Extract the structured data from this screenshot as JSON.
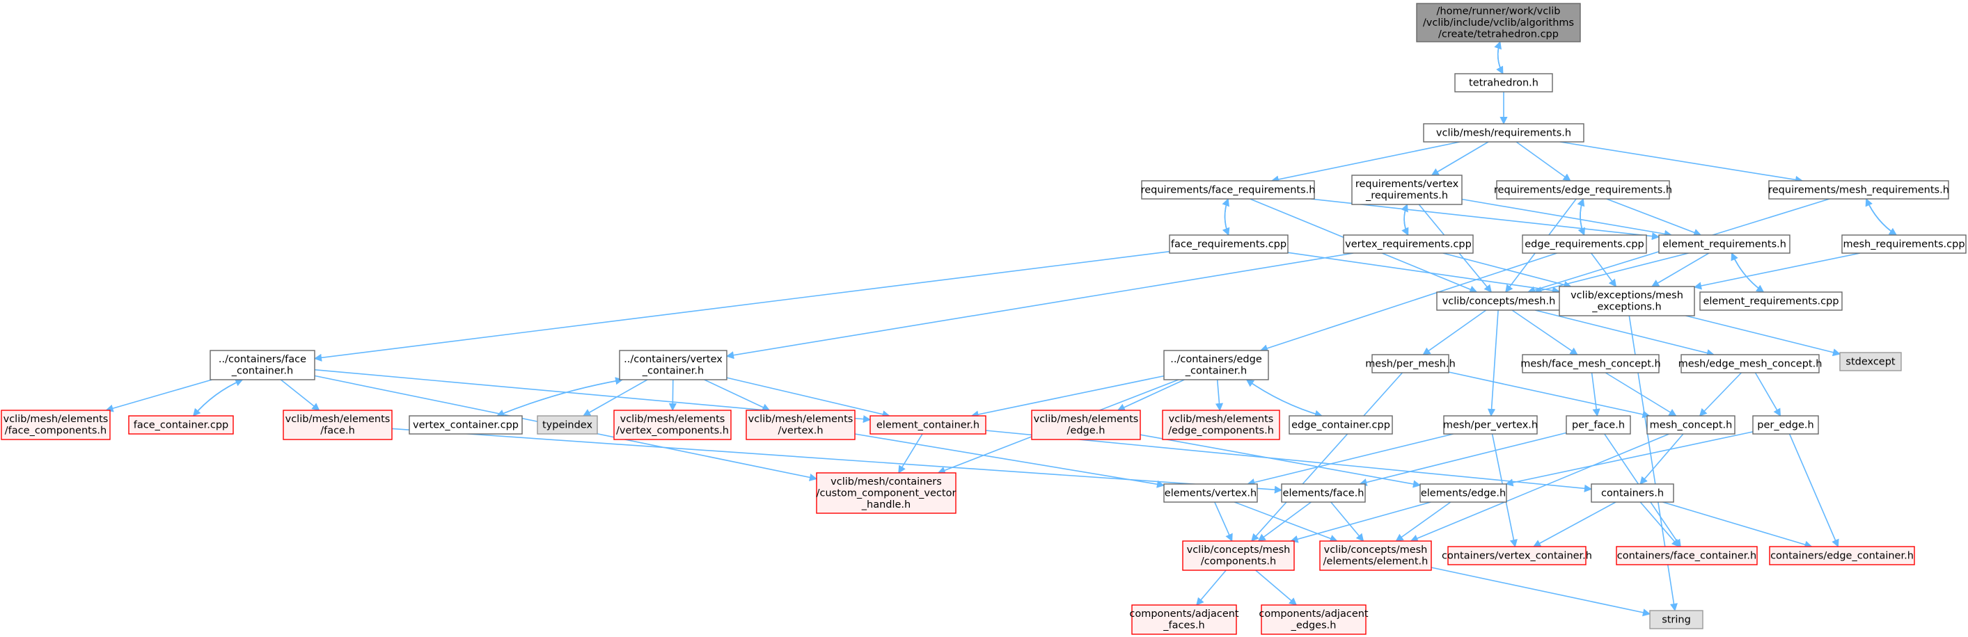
{
  "colors": {
    "edge": "#63b8ff",
    "root_fill": "#999999",
    "root_border": "#666666",
    "normal_fill": "#ffffff",
    "normal_border": "#666666",
    "red_fill": "#fff0f0",
    "red_border": "#ff0000",
    "sys_fill": "#e0e0e0",
    "sys_border": "#999999"
  },
  "nodes": [
    {
      "id": "root",
      "kind": "root",
      "lines": [
        "/home/runner/work/vclib",
        "/vclib/include/vclib/algorithms",
        "/create/tetrahedron.cpp"
      ]
    },
    {
      "id": "tetra",
      "kind": "normal",
      "lines": [
        "tetrahedron.h"
      ]
    },
    {
      "id": "req",
      "kind": "normal",
      "lines": [
        "vclib/mesh/requirements.h"
      ]
    },
    {
      "id": "facereq",
      "kind": "normal",
      "lines": [
        "requirements/face_requirements.h"
      ]
    },
    {
      "id": "vertreq",
      "kind": "normal",
      "lines": [
        "requirements/vertex",
        "_requirements.h"
      ]
    },
    {
      "id": "edgereq",
      "kind": "normal",
      "lines": [
        "requirements/edge_requirements.h"
      ]
    },
    {
      "id": "meshreq",
      "kind": "normal",
      "lines": [
        "requirements/mesh_requirements.h"
      ]
    },
    {
      "id": "facereqcpp",
      "kind": "normal",
      "lines": [
        "face_requirements.cpp"
      ]
    },
    {
      "id": "vertreqcpp",
      "kind": "normal",
      "lines": [
        "vertex_requirements.cpp"
      ]
    },
    {
      "id": "edgereqcpp",
      "kind": "normal",
      "lines": [
        "edge_requirements.cpp"
      ]
    },
    {
      "id": "elemreq",
      "kind": "normal",
      "lines": [
        "element_requirements.h"
      ]
    },
    {
      "id": "meshreqcpp",
      "kind": "normal",
      "lines": [
        "mesh_requirements.cpp"
      ]
    },
    {
      "id": "conceptsmesh",
      "kind": "normal",
      "lines": [
        "vclib/concepts/mesh.h"
      ]
    },
    {
      "id": "exceptions",
      "kind": "normal",
      "lines": [
        "vclib/exceptions/mesh",
        "_exceptions.h"
      ]
    },
    {
      "id": "elemreqcpp",
      "kind": "normal",
      "lines": [
        "element_requirements.cpp"
      ]
    },
    {
      "id": "stdexcept",
      "kind": "sys",
      "lines": [
        "stdexcept"
      ]
    },
    {
      "id": "facecont",
      "kind": "normal",
      "lines": [
        "../containers/face",
        "_container.h"
      ]
    },
    {
      "id": "vertcont",
      "kind": "normal",
      "lines": [
        "../containers/vertex",
        "_container.h"
      ]
    },
    {
      "id": "edgecont",
      "kind": "normal",
      "lines": [
        "../containers/edge",
        "_container.h"
      ]
    },
    {
      "id": "permesh",
      "kind": "normal",
      "lines": [
        "mesh/per_mesh.h"
      ]
    },
    {
      "id": "facemeshconcept",
      "kind": "normal",
      "lines": [
        "mesh/face_mesh_concept.h"
      ]
    },
    {
      "id": "edgemeshconcept",
      "kind": "normal",
      "lines": [
        "mesh/edge_mesh_concept.h"
      ]
    },
    {
      "id": "facecomps",
      "kind": "red",
      "lines": [
        "vclib/mesh/elements",
        "/face_components.h"
      ]
    },
    {
      "id": "facecontcpp",
      "kind": "red",
      "lines": [
        "face_container.cpp"
      ]
    },
    {
      "id": "elemface",
      "kind": "red",
      "lines": [
        "vclib/mesh/elements",
        "/face.h"
      ]
    },
    {
      "id": "vertcontcpp",
      "kind": "normal",
      "lines": [
        "vertex_container.cpp"
      ]
    },
    {
      "id": "typeindex",
      "kind": "sys",
      "lines": [
        "typeindex"
      ]
    },
    {
      "id": "vertcomps",
      "kind": "red",
      "lines": [
        "vclib/mesh/elements",
        "/vertex_components.h"
      ]
    },
    {
      "id": "elemvertex",
      "kind": "red",
      "lines": [
        "vclib/mesh/elements",
        "/vertex.h"
      ]
    },
    {
      "id": "elemcont",
      "kind": "red",
      "lines": [
        "element_container.h"
      ]
    },
    {
      "id": "elemedge",
      "kind": "red",
      "lines": [
        "vclib/mesh/elements",
        "/edge.h"
      ]
    },
    {
      "id": "edgecomps",
      "kind": "red",
      "lines": [
        "vclib/mesh/elements",
        "/edge_components.h"
      ]
    },
    {
      "id": "edgecontcpp",
      "kind": "normal",
      "lines": [
        "edge_container.cpp"
      ]
    },
    {
      "id": "pervertex",
      "kind": "normal",
      "lines": [
        "mesh/per_vertex.h"
      ]
    },
    {
      "id": "perface",
      "kind": "normal",
      "lines": [
        "per_face.h"
      ]
    },
    {
      "id": "meshconcept",
      "kind": "normal",
      "lines": [
        "mesh_concept.h"
      ]
    },
    {
      "id": "peredge",
      "kind": "normal",
      "lines": [
        "per_edge.h"
      ]
    },
    {
      "id": "ccvh",
      "kind": "red",
      "lines": [
        "vclib/mesh/containers",
        "/custom_component_vector",
        "_handle.h"
      ]
    },
    {
      "id": "cvertex",
      "kind": "normal",
      "lines": [
        "elements/vertex.h"
      ]
    },
    {
      "id": "cface",
      "kind": "normal",
      "lines": [
        "elements/face.h"
      ]
    },
    {
      "id": "cedge",
      "kind": "normal",
      "lines": [
        "elements/edge.h"
      ]
    },
    {
      "id": "containers",
      "kind": "normal",
      "lines": [
        "containers.h"
      ]
    },
    {
      "id": "components",
      "kind": "red",
      "lines": [
        "vclib/concepts/mesh",
        "/components.h"
      ]
    },
    {
      "id": "element",
      "kind": "red",
      "lines": [
        "vclib/concepts/mesh",
        "/elements/element.h"
      ]
    },
    {
      "id": "cvcont",
      "kind": "red",
      "lines": [
        "containers/vertex_container.h"
      ]
    },
    {
      "id": "cfcont",
      "kind": "red",
      "lines": [
        "containers/face_container.h"
      ]
    },
    {
      "id": "cecont",
      "kind": "red",
      "lines": [
        "containers/edge_container.h"
      ]
    },
    {
      "id": "adjfaces",
      "kind": "red",
      "lines": [
        "components/adjacent",
        "_faces.h"
      ]
    },
    {
      "id": "adjedges",
      "kind": "red",
      "lines": [
        "components/adjacent",
        "_edges.h"
      ]
    },
    {
      "id": "string",
      "kind": "sys",
      "lines": [
        "string"
      ]
    }
  ],
  "edges": [
    [
      "root",
      "tetra"
    ],
    [
      "tetra",
      "root"
    ],
    [
      "tetra",
      "req"
    ],
    [
      "req",
      "facereq"
    ],
    [
      "req",
      "vertreq"
    ],
    [
      "req",
      "edgereq"
    ],
    [
      "req",
      "meshreq"
    ],
    [
      "facereq",
      "facereqcpp"
    ],
    [
      "facereqcpp",
      "facereq"
    ],
    [
      "facereq",
      "elemreq"
    ],
    [
      "facereq",
      "conceptsmesh"
    ],
    [
      "facereqcpp",
      "facecont"
    ],
    [
      "facereqcpp",
      "exceptions"
    ],
    [
      "vertreq",
      "vertreqcpp"
    ],
    [
      "vertreqcpp",
      "vertreq"
    ],
    [
      "vertreq",
      "elemreq"
    ],
    [
      "vertreq",
      "conceptsmesh"
    ],
    [
      "vertreqcpp",
      "vertcont"
    ],
    [
      "vertreqcpp",
      "exceptions"
    ],
    [
      "edgereq",
      "edgereqcpp"
    ],
    [
      "edgereqcpp",
      "edgereq"
    ],
    [
      "edgereq",
      "elemreq"
    ],
    [
      "edgereq",
      "conceptsmesh"
    ],
    [
      "edgereqcpp",
      "edgecont"
    ],
    [
      "edgereqcpp",
      "exceptions"
    ],
    [
      "meshreq",
      "meshreqcpp"
    ],
    [
      "meshreqcpp",
      "meshreq"
    ],
    [
      "meshreq",
      "conceptsmesh"
    ],
    [
      "meshreqcpp",
      "exceptions"
    ],
    [
      "elemreq",
      "conceptsmesh"
    ],
    [
      "elemreq",
      "exceptions"
    ],
    [
      "elemreq",
      "elemreqcpp"
    ],
    [
      "elemreqcpp",
      "elemreq"
    ],
    [
      "exceptions",
      "stdexcept"
    ],
    [
      "exceptions",
      "string"
    ],
    [
      "conceptsmesh",
      "permesh"
    ],
    [
      "conceptsmesh",
      "facemeshconcept"
    ],
    [
      "conceptsmesh",
      "edgemeshconcept"
    ],
    [
      "conceptsmesh",
      "pervertex"
    ],
    [
      "facecont",
      "facecomps"
    ],
    [
      "facecont",
      "facecontcpp"
    ],
    [
      "facecontcpp",
      "facecont"
    ],
    [
      "facecont",
      "elemface"
    ],
    [
      "facecont",
      "elemcont"
    ],
    [
      "facecont",
      "ccvh"
    ],
    [
      "vertcont",
      "vertcontcpp"
    ],
    [
      "vertcontcpp",
      "vertcont"
    ],
    [
      "vertcont",
      "typeindex"
    ],
    [
      "vertcont",
      "vertcomps"
    ],
    [
      "vertcont",
      "elemvertex"
    ],
    [
      "vertcont",
      "elemcont"
    ],
    [
      "edgecont",
      "elemcont"
    ],
    [
      "edgecont",
      "elemedge"
    ],
    [
      "edgecont",
      "edgecomps"
    ],
    [
      "edgecont",
      "edgecontcpp"
    ],
    [
      "edgecontcpp",
      "edgecont"
    ],
    [
      "edgecont",
      "ccvh"
    ],
    [
      "elemcont",
      "ccvh"
    ],
    [
      "elemcont",
      "containers"
    ],
    [
      "elemface",
      "cface"
    ],
    [
      "elemvertex",
      "cvertex"
    ],
    [
      "elemedge",
      "cedge"
    ],
    [
      "permesh",
      "meshconcept"
    ],
    [
      "permesh",
      "components"
    ],
    [
      "facemeshconcept",
      "perface"
    ],
    [
      "facemeshconcept",
      "meshconcept"
    ],
    [
      "edgemeshconcept",
      "meshconcept"
    ],
    [
      "edgemeshconcept",
      "peredge"
    ],
    [
      "pervertex",
      "cvertex"
    ],
    [
      "pervertex",
      "cvcont"
    ],
    [
      "perface",
      "cface"
    ],
    [
      "perface",
      "cfcont"
    ],
    [
      "peredge",
      "cedge"
    ],
    [
      "peredge",
      "cecont"
    ],
    [
      "meshconcept",
      "containers"
    ],
    [
      "meshconcept",
      "element"
    ],
    [
      "containers",
      "cvcont"
    ],
    [
      "containers",
      "cfcont"
    ],
    [
      "containers",
      "cecont"
    ],
    [
      "cvertex",
      "components"
    ],
    [
      "cvertex",
      "element"
    ],
    [
      "cface",
      "components"
    ],
    [
      "cface",
      "element"
    ],
    [
      "cedge",
      "components"
    ],
    [
      "cedge",
      "element"
    ],
    [
      "components",
      "adjfaces"
    ],
    [
      "components",
      "adjedges"
    ],
    [
      "element",
      "string"
    ]
  ]
}
